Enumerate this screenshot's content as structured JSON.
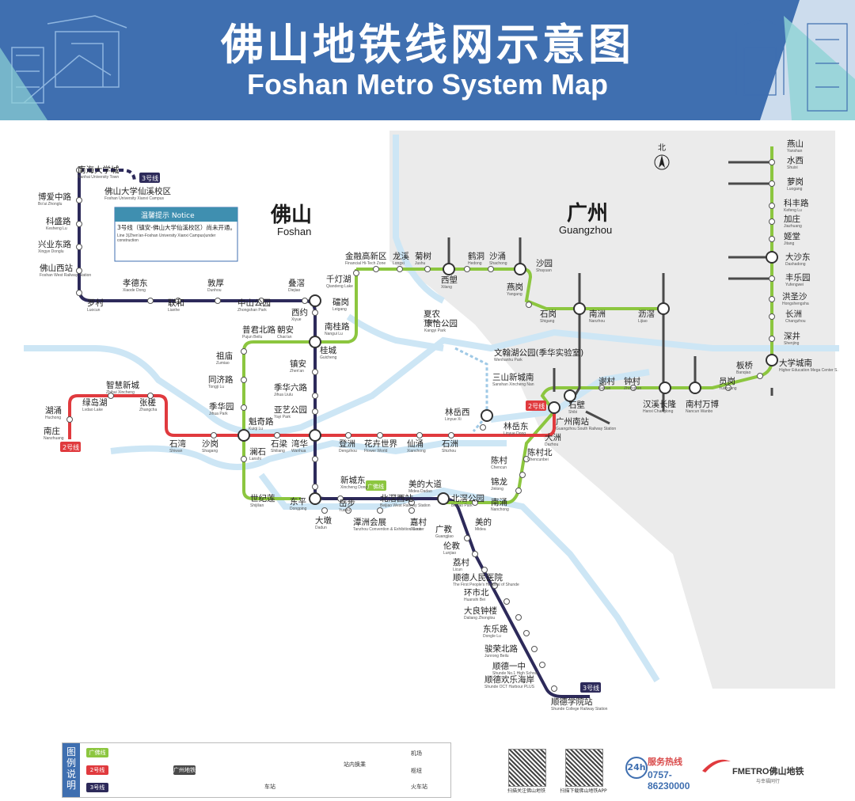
{
  "header": {
    "title_zh": "佛山地铁线网示意图",
    "title_en": "Foshan Metro System Map"
  },
  "cities": {
    "foshan_zh": "佛山",
    "foshan_en": "Foshan",
    "guangzhou_zh": "广州",
    "guangzhou_en": "Guangzhou"
  },
  "north": "北",
  "notice": {
    "title": "温馨提示 Notice",
    "zh": "3号线（镇安-佛山大学仙溪校区）尚未开通。",
    "en": "Line 3(Zhen'an-Foshan University Xianxi Campus)under construction"
  },
  "line_badges": {
    "line3_top": "3号线",
    "line3_bottom": "3号线",
    "line2": "2号线",
    "line2_east": "2号线",
    "gf": "广佛线"
  },
  "colors": {
    "gf_line": "#8cc63f",
    "line2": "#e03a3e",
    "line3": "#2d2a5a",
    "gz_line": "#4a4a4a",
    "guangzhou_bg": "#eaeaea",
    "river": "#cde6f5",
    "header": "#3f6fb0"
  },
  "stations": [
    {
      "name": "南海大学城",
      "en": "Nanhai University Town"
    },
    {
      "name": "佛山大学仙溪校区",
      "en": "Foshan University Xianxi Campus"
    },
    {
      "name": "博爱中路",
      "en": "Bo'ai Zhonglu"
    },
    {
      "name": "科盛路",
      "en": "Kesheng Lu"
    },
    {
      "name": "兴业东路",
      "en": "Xingye Donglu"
    },
    {
      "name": "佛山西站",
      "en": "Foshan West Railway Station"
    },
    {
      "name": "罗村",
      "en": "Luocun"
    },
    {
      "name": "孝德东",
      "en": "Xiaode Dong"
    },
    {
      "name": "联和",
      "en": "Lianhe"
    },
    {
      "name": "敦厚",
      "en": "Dunhou"
    },
    {
      "name": "中山公园",
      "en": "Zhongshan Park"
    },
    {
      "name": "叠滘",
      "en": "Diejiao"
    },
    {
      "name": "西约",
      "en": "Xiyue"
    },
    {
      "name": "千灯湖",
      "en": "Qiandeng Lake"
    },
    {
      "name": "金融高新区",
      "en": "Financial Hi-Tech Zone"
    },
    {
      "name": "龙溪",
      "en": "Longxi"
    },
    {
      "name": "菊树",
      "en": "Jushu"
    },
    {
      "name": "西塱",
      "en": "Xilang"
    },
    {
      "name": "鹤洞",
      "en": "Hedong"
    },
    {
      "name": "沙涌",
      "en": "Shachong"
    },
    {
      "name": "沙园",
      "en": "Shayuan"
    },
    {
      "name": "燕岗",
      "en": "Yangang"
    },
    {
      "name": "礌岗",
      "en": "Leigang"
    },
    {
      "name": "南桂路",
      "en": "Nangui Lu"
    },
    {
      "name": "普君北路",
      "en": "Pujun Beilu"
    },
    {
      "name": "朝安",
      "en": "Chao'an"
    },
    {
      "name": "祖庙",
      "en": "Zumiao"
    },
    {
      "name": "桂城",
      "en": "Guicheng"
    },
    {
      "name": "镇安",
      "en": "Zhen'an"
    },
    {
      "name": "同济路",
      "en": "Tongji Lu"
    },
    {
      "name": "季华六路",
      "en": "Jihua Liulu"
    },
    {
      "name": "季华园",
      "en": "Jihua Park"
    },
    {
      "name": "亚艺公园",
      "en": "Yayi Park"
    },
    {
      "name": "魁奇路",
      "en": "Kuiqi Lu"
    },
    {
      "name": "智慧新城",
      "en": "Zhihui Xincheng"
    },
    {
      "name": "湖涌",
      "en": "Huchong"
    },
    {
      "name": "绿岛湖",
      "en": "Lvdao Lake"
    },
    {
      "name": "张槎",
      "en": "Zhangcha"
    },
    {
      "name": "南庄",
      "en": "Nanzhuang"
    },
    {
      "name": "石湾",
      "en": "Shiwan"
    },
    {
      "name": "沙岗",
      "en": "Shagang"
    },
    {
      "name": "澜石",
      "en": "Lanshi"
    },
    {
      "name": "石梁",
      "en": "Shiliang"
    },
    {
      "name": "湾华",
      "en": "Wanhua"
    },
    {
      "name": "登洲",
      "en": "Dengzhou"
    },
    {
      "name": "花卉世界",
      "en": "Flower World"
    },
    {
      "name": "仙涌",
      "en": "Xianchong"
    },
    {
      "name": "石洲",
      "en": "Shizhou"
    },
    {
      "name": "林岳西",
      "en": "Linyue Xi"
    },
    {
      "name": "林岳东",
      "en": "Linyue Dong"
    },
    {
      "name": "夏农",
      "en": "Xia'nong"
    },
    {
      "name": "康怡公园",
      "en": "Kangyi Park"
    },
    {
      "name": "文翰湖公园(季华实验室)",
      "en": "Wenhanhu Park"
    },
    {
      "name": "三山新城南",
      "en": "Sanshan Xincheng Nan"
    },
    {
      "name": "石岗",
      "en": "Shigang"
    },
    {
      "name": "南洲",
      "en": "Nanzhou"
    },
    {
      "name": "沥滘",
      "en": "Lijiao"
    },
    {
      "name": "石壁",
      "en": "Shibi"
    },
    {
      "name": "谢村",
      "en": "Xiecun"
    },
    {
      "name": "钟村",
      "en": "Zhongcun"
    },
    {
      "name": "汉溪长隆",
      "en": "Hanxi Changlong"
    },
    {
      "name": "南村万博",
      "en": "Nancun Wanbo"
    },
    {
      "name": "员岗",
      "en": "Yuangang"
    },
    {
      "name": "板桥",
      "en": "Banqiao"
    },
    {
      "name": "大学城南",
      "en": "Higher Education Mega Center S."
    },
    {
      "name": "广州南站",
      "en": "Guangzhou South Railway Station"
    },
    {
      "name": "燕山",
      "en": "Yanshan"
    },
    {
      "name": "水西",
      "en": "Shuixi"
    },
    {
      "name": "萝岗",
      "en": "Luogang"
    },
    {
      "name": "科丰路",
      "en": "Kefeng Lu"
    },
    {
      "name": "加庄",
      "en": "Jiazhuang"
    },
    {
      "name": "姬堂",
      "en": "Jitang"
    },
    {
      "name": "大沙东",
      "en": "Dashadong"
    },
    {
      "name": "丰乐园",
      "en": "Yufengwei"
    },
    {
      "name": "洪圣沙",
      "en": "Hongshengsha"
    },
    {
      "name": "长洲",
      "en": "Changzhou"
    },
    {
      "name": "深井",
      "en": "Shenjing"
    },
    {
      "name": "大洲",
      "en": "Dazhou"
    },
    {
      "name": "陈村北",
      "en": "Chencunbei"
    },
    {
      "name": "陈村",
      "en": "Chencun"
    },
    {
      "name": "锦龙",
      "en": "Jinlong"
    },
    {
      "name": "南涌",
      "en": "Nanchong"
    },
    {
      "name": "美的",
      "en": "Midea"
    },
    {
      "name": "北滘公园",
      "en": "Beijiao Park"
    },
    {
      "name": "美的大道",
      "en": "Midea Dadao"
    },
    {
      "name": "新城东",
      "en": "Xincheng Dong"
    },
    {
      "name": "世纪莲",
      "en": "Shijilian"
    },
    {
      "name": "东平",
      "en": "Dongping"
    },
    {
      "name": "大墩",
      "en": "Dadun"
    },
    {
      "name": "岳步",
      "en": "Yuebu"
    },
    {
      "name": "潭洲会展",
      "en": "Tanzhou Convention & Exhibition Center"
    },
    {
      "name": "北滘西站",
      "en": "Beijiao West Railway Station"
    },
    {
      "name": "嘉村",
      "en": "Jiacun"
    },
    {
      "name": "广教",
      "en": "Guangjiao"
    },
    {
      "name": "伦教",
      "en": "Lunjiao"
    },
    {
      "name": "荔村",
      "en": "Licun"
    },
    {
      "name": "顺德人民医院",
      "en": "The First People's Hospital of Shunde"
    },
    {
      "name": "环市北",
      "en": "Huanshi Bei"
    },
    {
      "name": "大良钟楼",
      "en": "Daliang Zhonglou"
    },
    {
      "name": "东乐路",
      "en": "Dongle Lu"
    },
    {
      "name": "骏荣北路",
      "en": "Junrong Beilu"
    },
    {
      "name": "顺德一中",
      "en": "Shunde No.1 High School"
    },
    {
      "name": "顺德欢乐海岸",
      "en": "Shunde OCT Harbour PLUS"
    },
    {
      "name": "顺德学院站",
      "en": "Shunde College Railway Station"
    }
  ],
  "legend": {
    "head": "图例说明",
    "gf_label": "广佛线",
    "line2_label": "2号线",
    "line3_label": "3号线",
    "gz_label": "广州地铁",
    "station_label": "车站",
    "transfer_label": "站内换乘",
    "airport": "机场",
    "hub": "枢纽",
    "rail": "火车站"
  },
  "qr": {
    "wechat": "扫描关注佛山地铁",
    "app": "扫描下载佛山地铁APP"
  },
  "hotline": {
    "label": "服务热线",
    "number": "0757-86230000",
    "badge": "24h"
  },
  "brand": {
    "name": "FMETRO佛山地铁",
    "slogan": "与幸福同行"
  }
}
